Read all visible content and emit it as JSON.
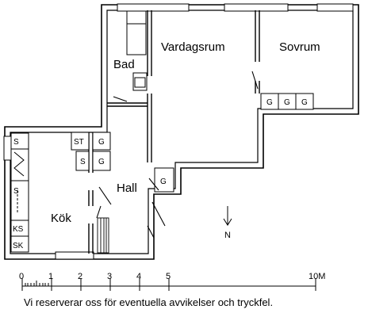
{
  "rooms": {
    "vardagsrum": "Vardagsrum",
    "sovrum": "Sovrum",
    "bad": "Bad",
    "hall": "Hall",
    "kok": "Kök"
  },
  "fixtures": {
    "g": "G",
    "st": "ST",
    "s": "S",
    "ks": "KS",
    "sk": "SK"
  },
  "north": "N",
  "scale": {
    "ticks": [
      "0",
      "1",
      "2",
      "3",
      "4",
      "5",
      "10M"
    ]
  },
  "disclaimer": "Vi reserverar oss för eventuella avvikelser och tryckfel."
}
